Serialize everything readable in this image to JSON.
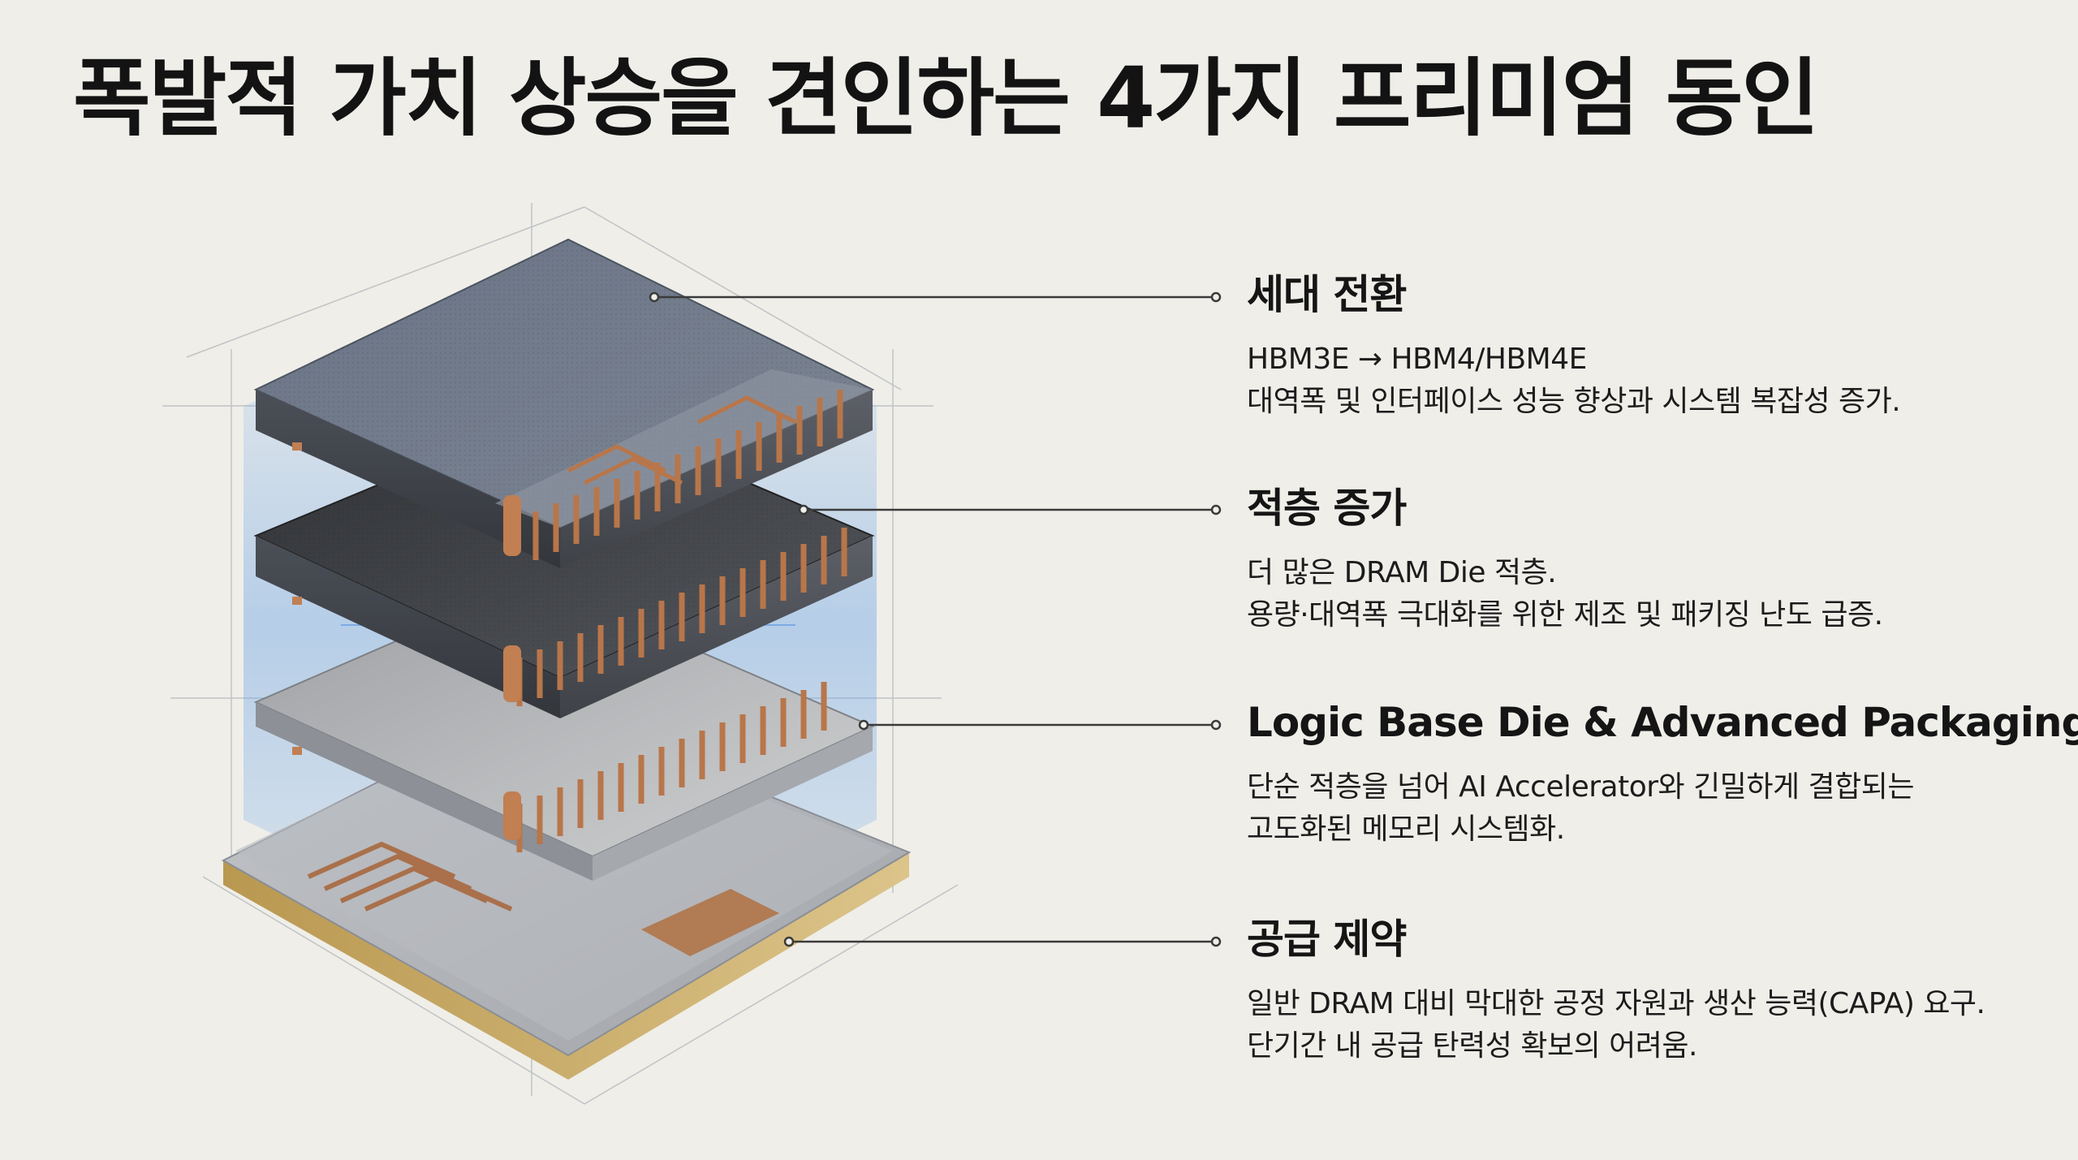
{
  "title": "폭발적 가치 상승을 견인하는 4가지 프리미엄 동인",
  "callouts": [
    {
      "title": "세대 전환",
      "lines": [
        "HBM3E → HBM4/HBM4E",
        "대역폭 및 인터페이스 성능 향상과 시스템 복잡성 증가."
      ]
    },
    {
      "title": "적층 증가",
      "lines": [
        "더 많은 DRAM Die 적층.",
        "용량·대역폭 극대화를 위한 제조 및 패키징 난도 급증."
      ]
    },
    {
      "title": "Logic Base Die & Advanced Packaging",
      "lines": [
        "단순 적층을 넘어 AI Accelerator와 긴밀하게 결합되는",
        "고도화된 메모리 시스템화."
      ]
    },
    {
      "title": "공급 제약",
      "lines": [
        "일반 DRAM 대비 막대한 공정 자원과 생산 능력(CAPA) 요구.",
        "단기간 내 공급 탄력성 확보의 어려움."
      ]
    }
  ],
  "colors": {
    "background": "#efeee9",
    "die_top": "#6f7888",
    "die_dark": "#3a3c40",
    "die_light": "#a9aaab",
    "copper": "#b8764a",
    "gold_substrate": "#c9ac6a",
    "glow": "#6fa6e6"
  }
}
